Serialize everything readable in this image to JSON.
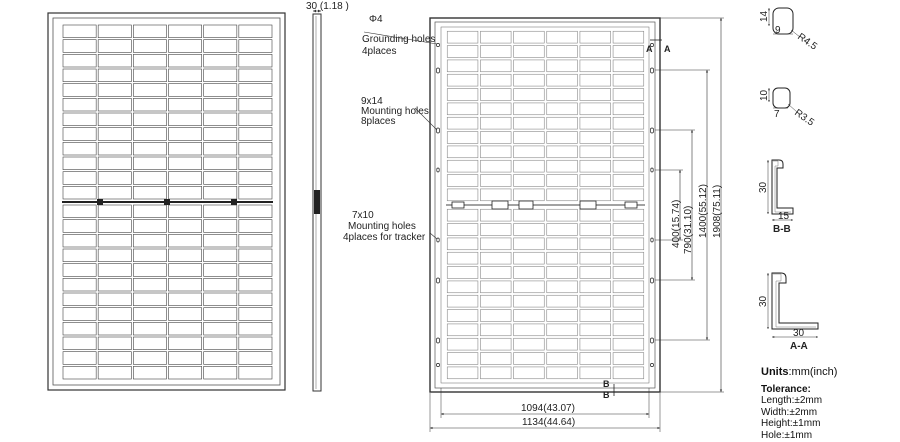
{
  "front_view": {
    "thickness_label": "30 (1.18 )"
  },
  "rear_view": {
    "grounding": {
      "spec": "Φ4",
      "line1": "Grounding holes",
      "line2": "4places"
    },
    "mounting": {
      "spec": "9x14",
      "line1": "Mounting holes",
      "line2": "8places"
    },
    "tracker": {
      "spec": "7x10",
      "line1": "Mounting holes",
      "line2": "4places for tracker"
    },
    "section_a": "A",
    "section_b": "B",
    "dim_inner_width": "1094(43.07)",
    "dim_outer_width": "1134(44.64)",
    "dim_400": "400(15.74)",
    "dim_790": "790(31.10)",
    "dim_1400": "1400(55.12)",
    "dim_1908": "1908(75.11)"
  },
  "details": {
    "hole_top": {
      "h": "14",
      "w": "9",
      "r": "R4.5"
    },
    "hole_mid": {
      "h": "10",
      "w": "7",
      "r": "R3.5"
    },
    "section_bb": {
      "h": "30",
      "w": "15",
      "title": "B-B"
    },
    "section_aa": {
      "h": "30",
      "w": "30",
      "title": "A-A"
    }
  },
  "units_block": {
    "units_label": "Units",
    "units_value": ":mm(inch)",
    "tolerance_title": "Tolerance:",
    "length": "Length:±2mm",
    "width": "Width:±2mm",
    "height": "Height:±1mm",
    "hole": "Hole:±1mm"
  }
}
